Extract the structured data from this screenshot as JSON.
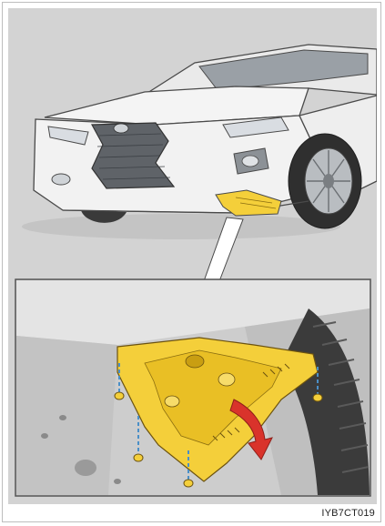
{
  "figure": {
    "caption_code": "IYB7CT019",
    "colors": {
      "background": "#d3d3d3",
      "car_body": "#f2f2f2",
      "outline": "#4a4a4a",
      "cover": "#f4cf3a",
      "arrow": "#d9332b",
      "bolt_guide": "#4a8fc7"
    },
    "icons": [
      "car-front-view",
      "under-cover-panel",
      "bolt",
      "rotate-arrow"
    ]
  }
}
